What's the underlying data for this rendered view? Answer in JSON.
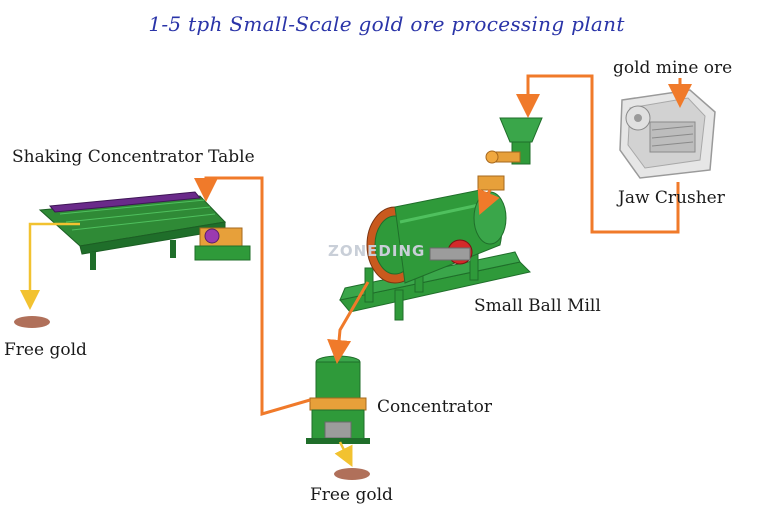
{
  "title": "1-5 tph Small-Scale gold ore processing plant",
  "watermark": "ZONEDING",
  "labels": {
    "gold_mine_ore": "gold mine ore",
    "jaw_crusher": "Jaw Crusher",
    "shaking_table": "Shaking Concentrator Table",
    "ball_mill": "Small Ball Mill",
    "concentrator": "Concentrator",
    "free_gold_left": "Free gold",
    "free_gold_bottom": "Free gold"
  },
  "colors": {
    "title": "#2a34a8",
    "flow_line": "#f07a2a",
    "gold_line": "#f2c230",
    "machine_green": "#2f9a3a",
    "frame_dark_green": "#1f6e2a",
    "gold_pile": "#b0705a"
  }
}
